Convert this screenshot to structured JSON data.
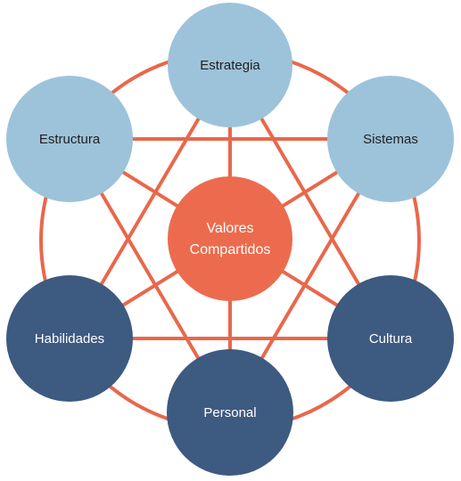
{
  "colors": {
    "connector": "#e8684c",
    "node_light": "#9dc3da",
    "node_dark": "#3d5a80",
    "center": "#ec6b4e",
    "text_dark": "#1f1f1f",
    "text_light": "#ffffff"
  },
  "center": {
    "label_line1": "Valores",
    "label_line2": "Compartidos"
  },
  "nodes": {
    "estrategia": "Estrategia",
    "estructura": "Estructura",
    "sistemas": "Sistemas",
    "habilidades": "Habilidades",
    "cultura": "Cultura",
    "personal": "Personal"
  }
}
